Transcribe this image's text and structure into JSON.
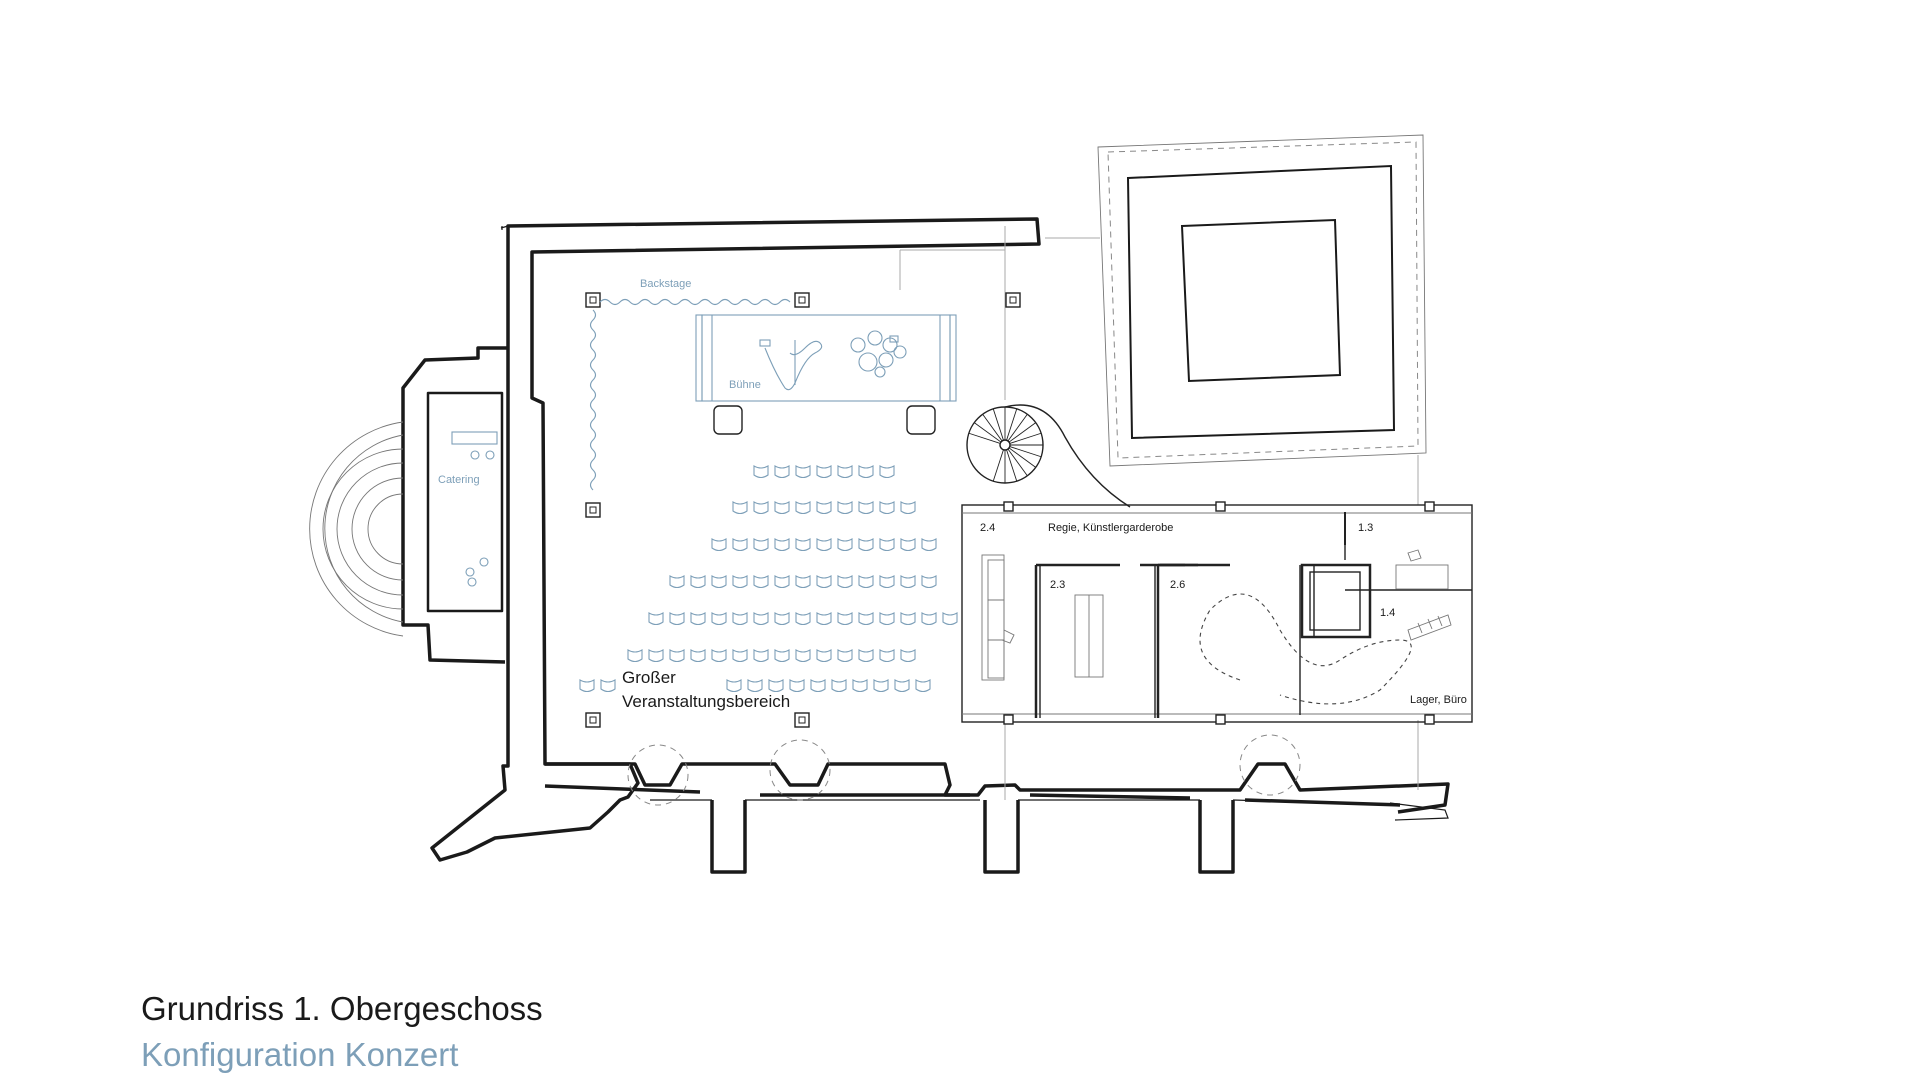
{
  "plan": {
    "labels": {
      "backstage": "Backstage",
      "buehne": "Bühne",
      "catering": "Catering",
      "grosser_line1": "Großer",
      "grosser_line2": "Veranstaltungsbereich",
      "room_24": "2.4",
      "regie": "Regie, Künstlergarderobe",
      "room_23": "2.3",
      "room_26": "2.6",
      "room_13": "1.3",
      "room_14": "1.4",
      "lager": "Lager, Büro"
    }
  },
  "caption": {
    "title": "Grundriss 1. Obergeschoss",
    "subtitle": "Konfiguration Konzert"
  },
  "colors": {
    "ink": "#1a1a1a",
    "accent_blue": "#7d9fb8"
  }
}
